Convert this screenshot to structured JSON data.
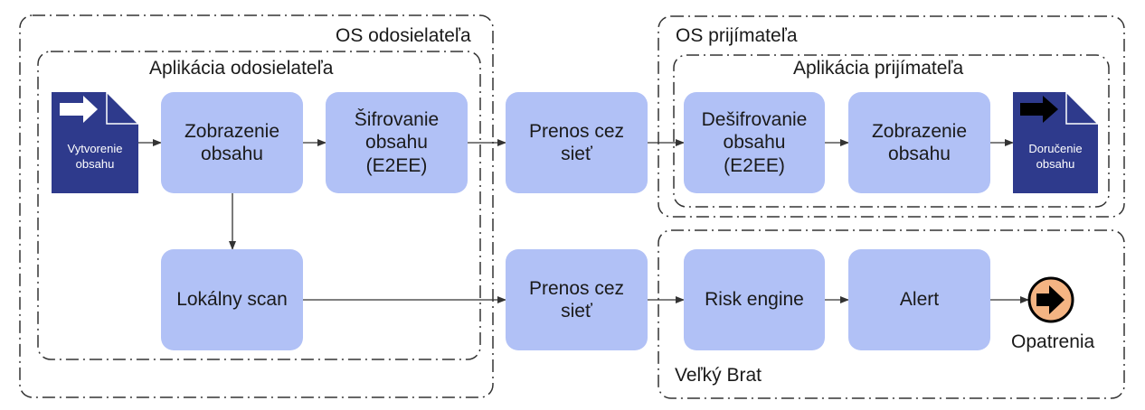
{
  "colors": {
    "node_fill": "#b1c1f6",
    "doc_fill": "#2e3a8c",
    "terminal_fill": "#f4b483",
    "line": "#333333",
    "border": "#333333"
  },
  "groups": {
    "sender_os": "OS odosielateľa",
    "sender_app": "Aplikácia odosielateľa",
    "receiver_os": "OS prijímateľa",
    "receiver_app": "Aplikácia prijímateľa",
    "big_brother": "Veľký Brat"
  },
  "nodes": {
    "create": {
      "lines": [
        "Vytvorenie",
        "obsahu"
      ],
      "icon": "document-arrow-icon"
    },
    "display_sender": {
      "lines": [
        "Zobrazenie",
        "obsahu"
      ]
    },
    "encrypt": {
      "lines": [
        "Šifrovanie",
        "obsahu",
        "(E2EE)"
      ]
    },
    "network_top": {
      "lines": [
        "Prenos cez",
        "sieť"
      ]
    },
    "decrypt": {
      "lines": [
        "Dešifrovanie",
        "obsahu",
        "(E2EE)"
      ]
    },
    "display_receiver": {
      "lines": [
        "Zobrazenie",
        "obsahu"
      ]
    },
    "deliver": {
      "lines": [
        "Doručenie",
        "obsahu"
      ],
      "icon": "document-arrow-icon"
    },
    "local_scan": {
      "lines": [
        "Lokálny scan"
      ]
    },
    "network_bottom": {
      "lines": [
        "Prenos cez",
        "sieť"
      ]
    },
    "risk_engine": {
      "lines": [
        "Risk engine"
      ]
    },
    "alert": {
      "lines": [
        "Alert"
      ]
    },
    "measures": {
      "label": "Opatrenia",
      "icon": "arrow-circle-icon"
    }
  },
  "edges": [
    {
      "from": "create",
      "to": "display_sender"
    },
    {
      "from": "display_sender",
      "to": "encrypt"
    },
    {
      "from": "encrypt",
      "to": "network_top"
    },
    {
      "from": "network_top",
      "to": "decrypt"
    },
    {
      "from": "decrypt",
      "to": "display_receiver"
    },
    {
      "from": "display_receiver",
      "to": "deliver"
    },
    {
      "from": "display_sender",
      "to": "local_scan"
    },
    {
      "from": "local_scan",
      "to": "network_bottom"
    },
    {
      "from": "network_bottom",
      "to": "risk_engine"
    },
    {
      "from": "risk_engine",
      "to": "alert"
    },
    {
      "from": "alert",
      "to": "measures"
    }
  ]
}
